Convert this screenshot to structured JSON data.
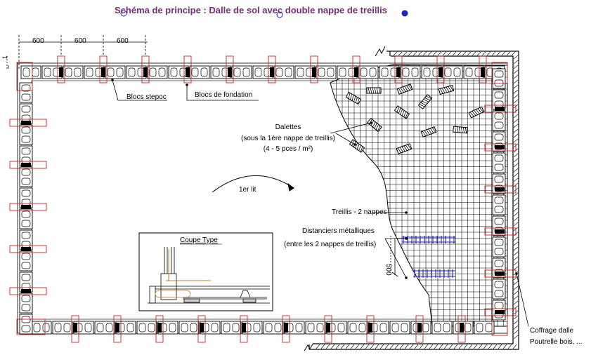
{
  "title": "Schéma de principe : Dalle de sol avec double nappe de treillis",
  "dims": {
    "spacing": "600",
    "edge": "1",
    "vertical": "500"
  },
  "labels": {
    "blocs_stepoc": "Blocs stepoc",
    "blocs_fondation": "Blocs de fondation",
    "dalettes": "Dalettes",
    "dalettes_note1": "(sous la 1ère nappe de treillis)",
    "dalettes_note2": "(4 - 5 pces / m²)",
    "premier_lit": "1er lit",
    "treillis": "Treillis - 2 nappes",
    "distanciers": "Distanciers métalliques",
    "distanciers_note": "(entre les 2 nappes de treillis)",
    "coupe_type": "Coupe Type",
    "coffrage": "Coffrage dalle",
    "poutrelle": "Poutrelle bois, ..."
  },
  "colors": {
    "title": "#7a2a7a",
    "red": "#d02020",
    "blue": "#2020c0",
    "line": "#000000"
  }
}
